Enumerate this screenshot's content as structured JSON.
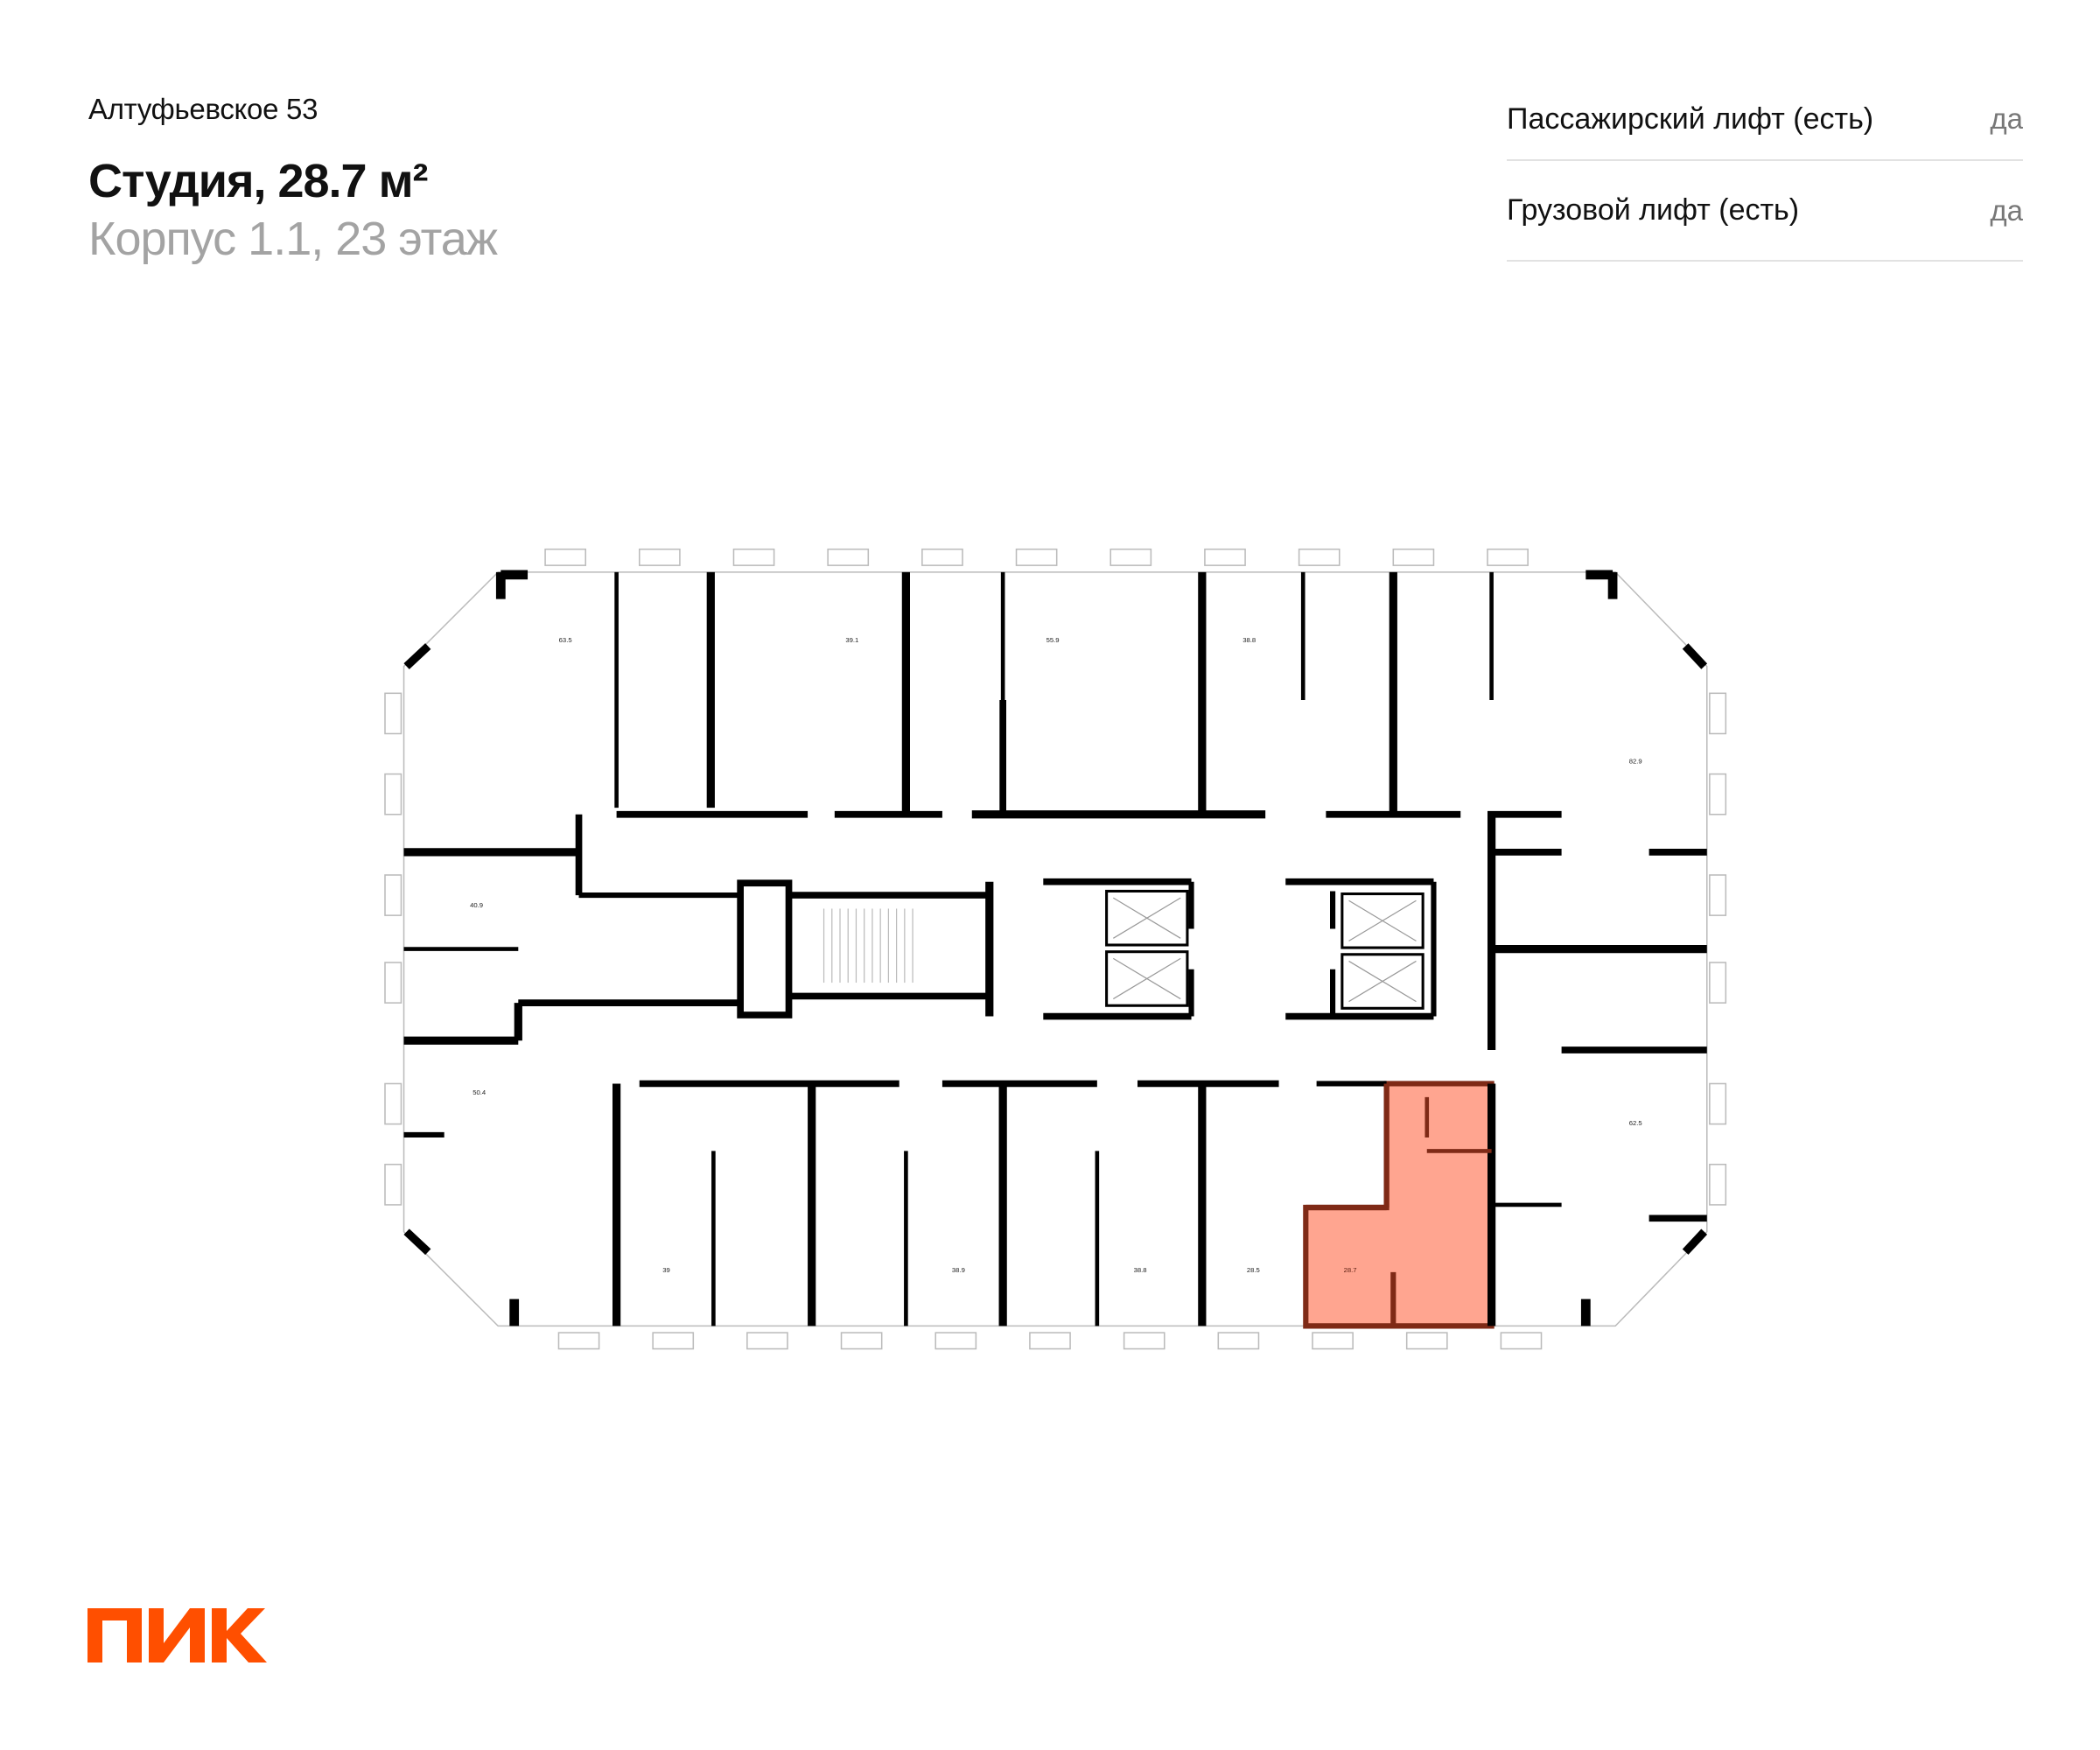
{
  "header": {
    "project": "Алтуфьевское 53",
    "title": "Студия, 28.7 м²",
    "subtitle": "Корпус 1.1, 23 этаж"
  },
  "features": [
    {
      "label": "Пассажирский лифт (есть)",
      "value": "да"
    },
    {
      "label": "Грузовой лифт (есть)",
      "value": "да"
    }
  ],
  "floor_plan": {
    "selected_apartment": "28.7",
    "highlight_fill": "#FFA590",
    "highlight_stroke": "#7F2A16",
    "apartments": [
      "63.5",
      "39.1",
      "55.9",
      "38.8",
      "82.9",
      "40.9",
      "50.4",
      "62.5",
      "39",
      "38.9",
      "38.8",
      "28.5",
      "28.7"
    ]
  },
  "logo": {
    "text": "ПИК",
    "color": "#FF4F00"
  }
}
